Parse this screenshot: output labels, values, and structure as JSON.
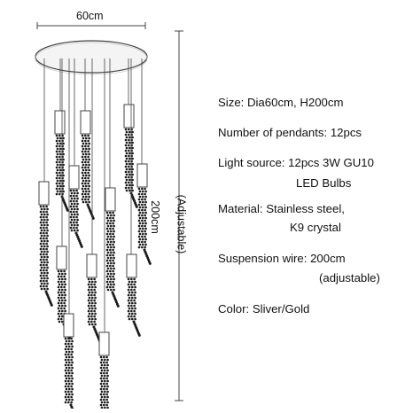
{
  "dimensions": {
    "width_label": "60cm",
    "height_label": "200cm",
    "adjustable_label": "(Adjustable)"
  },
  "specs": {
    "size": "Size: Dia60cm, H200cm",
    "pendants": "Number of pendants: 12pcs",
    "light_source_line1": "Light source: 12pcs 3W GU10",
    "light_source_line2": "LED Bulbs",
    "material_line1": "Material: Stainless steel,",
    "material_line2": "K9 crystal",
    "wire_line1": "Suspension wire: 200cm",
    "wire_line2": "(adjustable)",
    "color": "Color: Sliver/Gold"
  },
  "colors": {
    "line": "#444444",
    "crystal": "#1a1a1a",
    "canopy_fill": "#f4f4f4"
  }
}
